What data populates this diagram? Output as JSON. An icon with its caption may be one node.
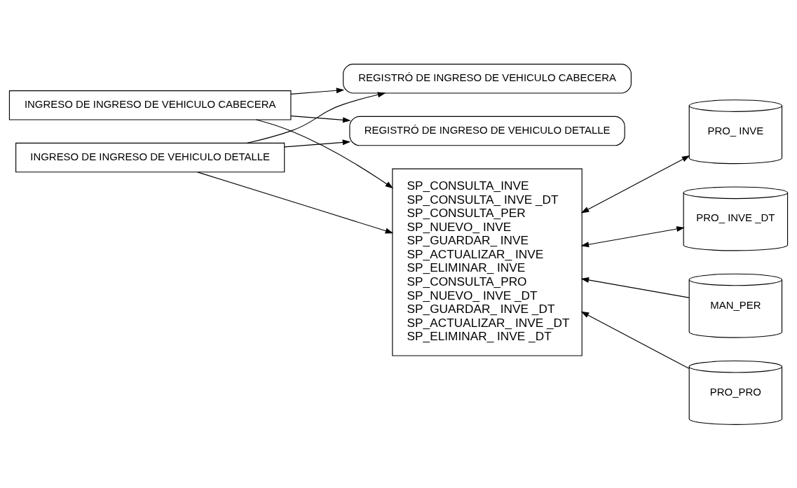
{
  "diagram": {
    "nodes": [
      {
        "text": [
          "REGISTRÓ DE INGRESO DE VEHICULO CABECERA"
        ]
      },
      {
        "text": [
          "REGISTRÓ DE INGRESO DE VEHICULO DETALLE"
        ]
      },
      {
        "text": [
          "INGRESO DE INGRESO DE VEHICULO CABECERA"
        ]
      },
      {
        "text": [
          "INGRESO DE INGRESO DE VEHICULO DETALLE"
        ]
      },
      {
        "text": [
          "SP_CONSULTA_INVE",
          "SP_CONSULTA_ INVE _DT",
          "SP_CONSULTA_PER",
          "SP_NUEVO_ INVE",
          "SP_GUARDAR_ INVE",
          "SP_ACTUALIZAR_ INVE",
          "SP_ELIMINAR_ INVE",
          "SP_CONSULTA_PRO",
          "SP_NUEVO_ INVE _DT",
          "SP_GUARDAR_ INVE _DT",
          "SP_ACTUALIZAR_ INVE _DT",
          "SP_ELIMINAR_ INVE _DT"
        ]
      },
      {
        "text": [
          "PRO_ INVE"
        ]
      },
      {
        "text": [
          "MAN_PER"
        ]
      },
      {
        "text": [
          "PRO_PRO"
        ]
      },
      {
        "text": [
          "PRO_ INVE _DT"
        ]
      }
    ],
    "edges": [
      {
        "from": 2,
        "to": 0,
        "arrow": "to"
      },
      {
        "from": 2,
        "to": 1,
        "arrow": "to"
      },
      {
        "from": 3,
        "to": 0,
        "arrow": "to"
      },
      {
        "from": 3,
        "to": 1,
        "arrow": "to"
      },
      {
        "from": 2,
        "to": 4,
        "arrow": "to"
      },
      {
        "from": 3,
        "to": 4,
        "arrow": "to"
      },
      {
        "from": 4,
        "to": 5,
        "arrow": "both"
      },
      {
        "from": 6,
        "to": 4,
        "arrow": "to"
      },
      {
        "from": 7,
        "to": 4,
        "arrow": "to"
      },
      {
        "from": 4,
        "to": 8,
        "arrow": "both"
      }
    ]
  }
}
